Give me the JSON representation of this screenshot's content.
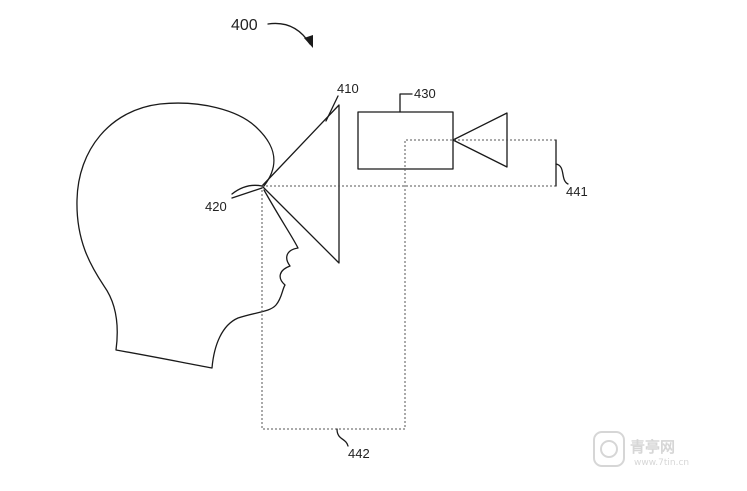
{
  "figure": {
    "number": "400",
    "labels": {
      "display_unit": "410",
      "eye": "420",
      "camera_unit": "430",
      "offset_vertical": "441",
      "offset_horizontal": "442"
    }
  },
  "watermark": {
    "name": "青亭网",
    "url": "www.7tin.cn"
  },
  "colors": {
    "line": "#1a1a1a",
    "dashed": "#555555",
    "watermark": "#d0d0d0"
  }
}
